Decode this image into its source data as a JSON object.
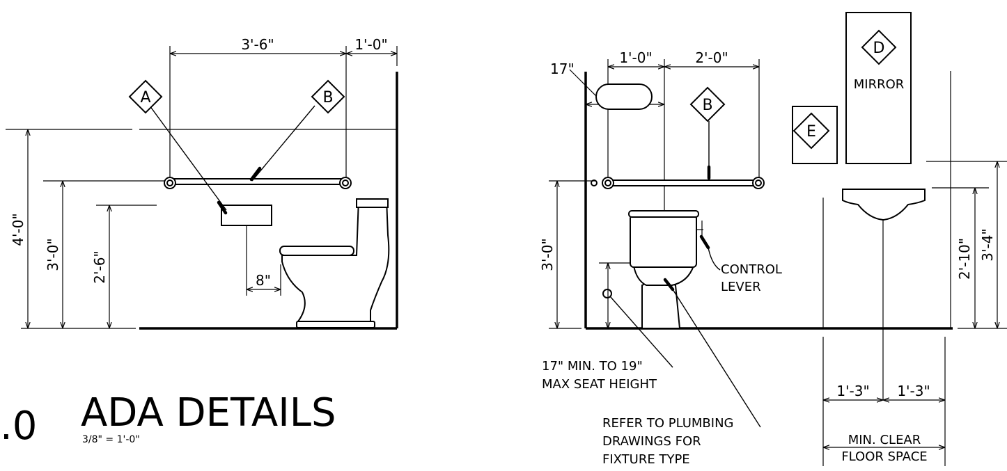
{
  "title": {
    "number": ".0",
    "name": "ADA DETAILS",
    "scale": "3/8\" = 1'-0\""
  },
  "elevation_left": {
    "dimensions": {
      "grab_bar_width": "3'-6\"",
      "grab_bar_offset": "1'-0\"",
      "overall_height": "4'-0\"",
      "grab_bar_height": "3'-0\"",
      "dispenser_height": "2'-6\"",
      "dispenser_offset": "8\""
    },
    "tags": {
      "a": "A",
      "b": "B"
    }
  },
  "elevation_right": {
    "dimensions": {
      "dim_17": "17\"",
      "dim_1_0": "1'-0\"",
      "dim_2_0": "2'-0\"",
      "grab_bar_height": "3'-0\"",
      "lavatory_height": "2'-10\"",
      "mirror_height": "3'-4\"",
      "clear_left": "1'-3\"",
      "clear_right": "1'-3\""
    },
    "tags": {
      "b": "B",
      "d": "D",
      "e": "E"
    },
    "labels": {
      "mirror": "MIRROR",
      "control_lever": [
        "CONTROL",
        "LEVER"
      ],
      "seat_height": [
        "17\" MIN. TO 19\"",
        "MAX SEAT HEIGHT"
      ],
      "plumbing": [
        "REFER TO PLUMBING",
        "DRAWINGS FOR",
        "FIXTURE TYPE"
      ],
      "clear_floor": [
        "MIN. CLEAR",
        "FLOOR SPACE"
      ]
    }
  }
}
